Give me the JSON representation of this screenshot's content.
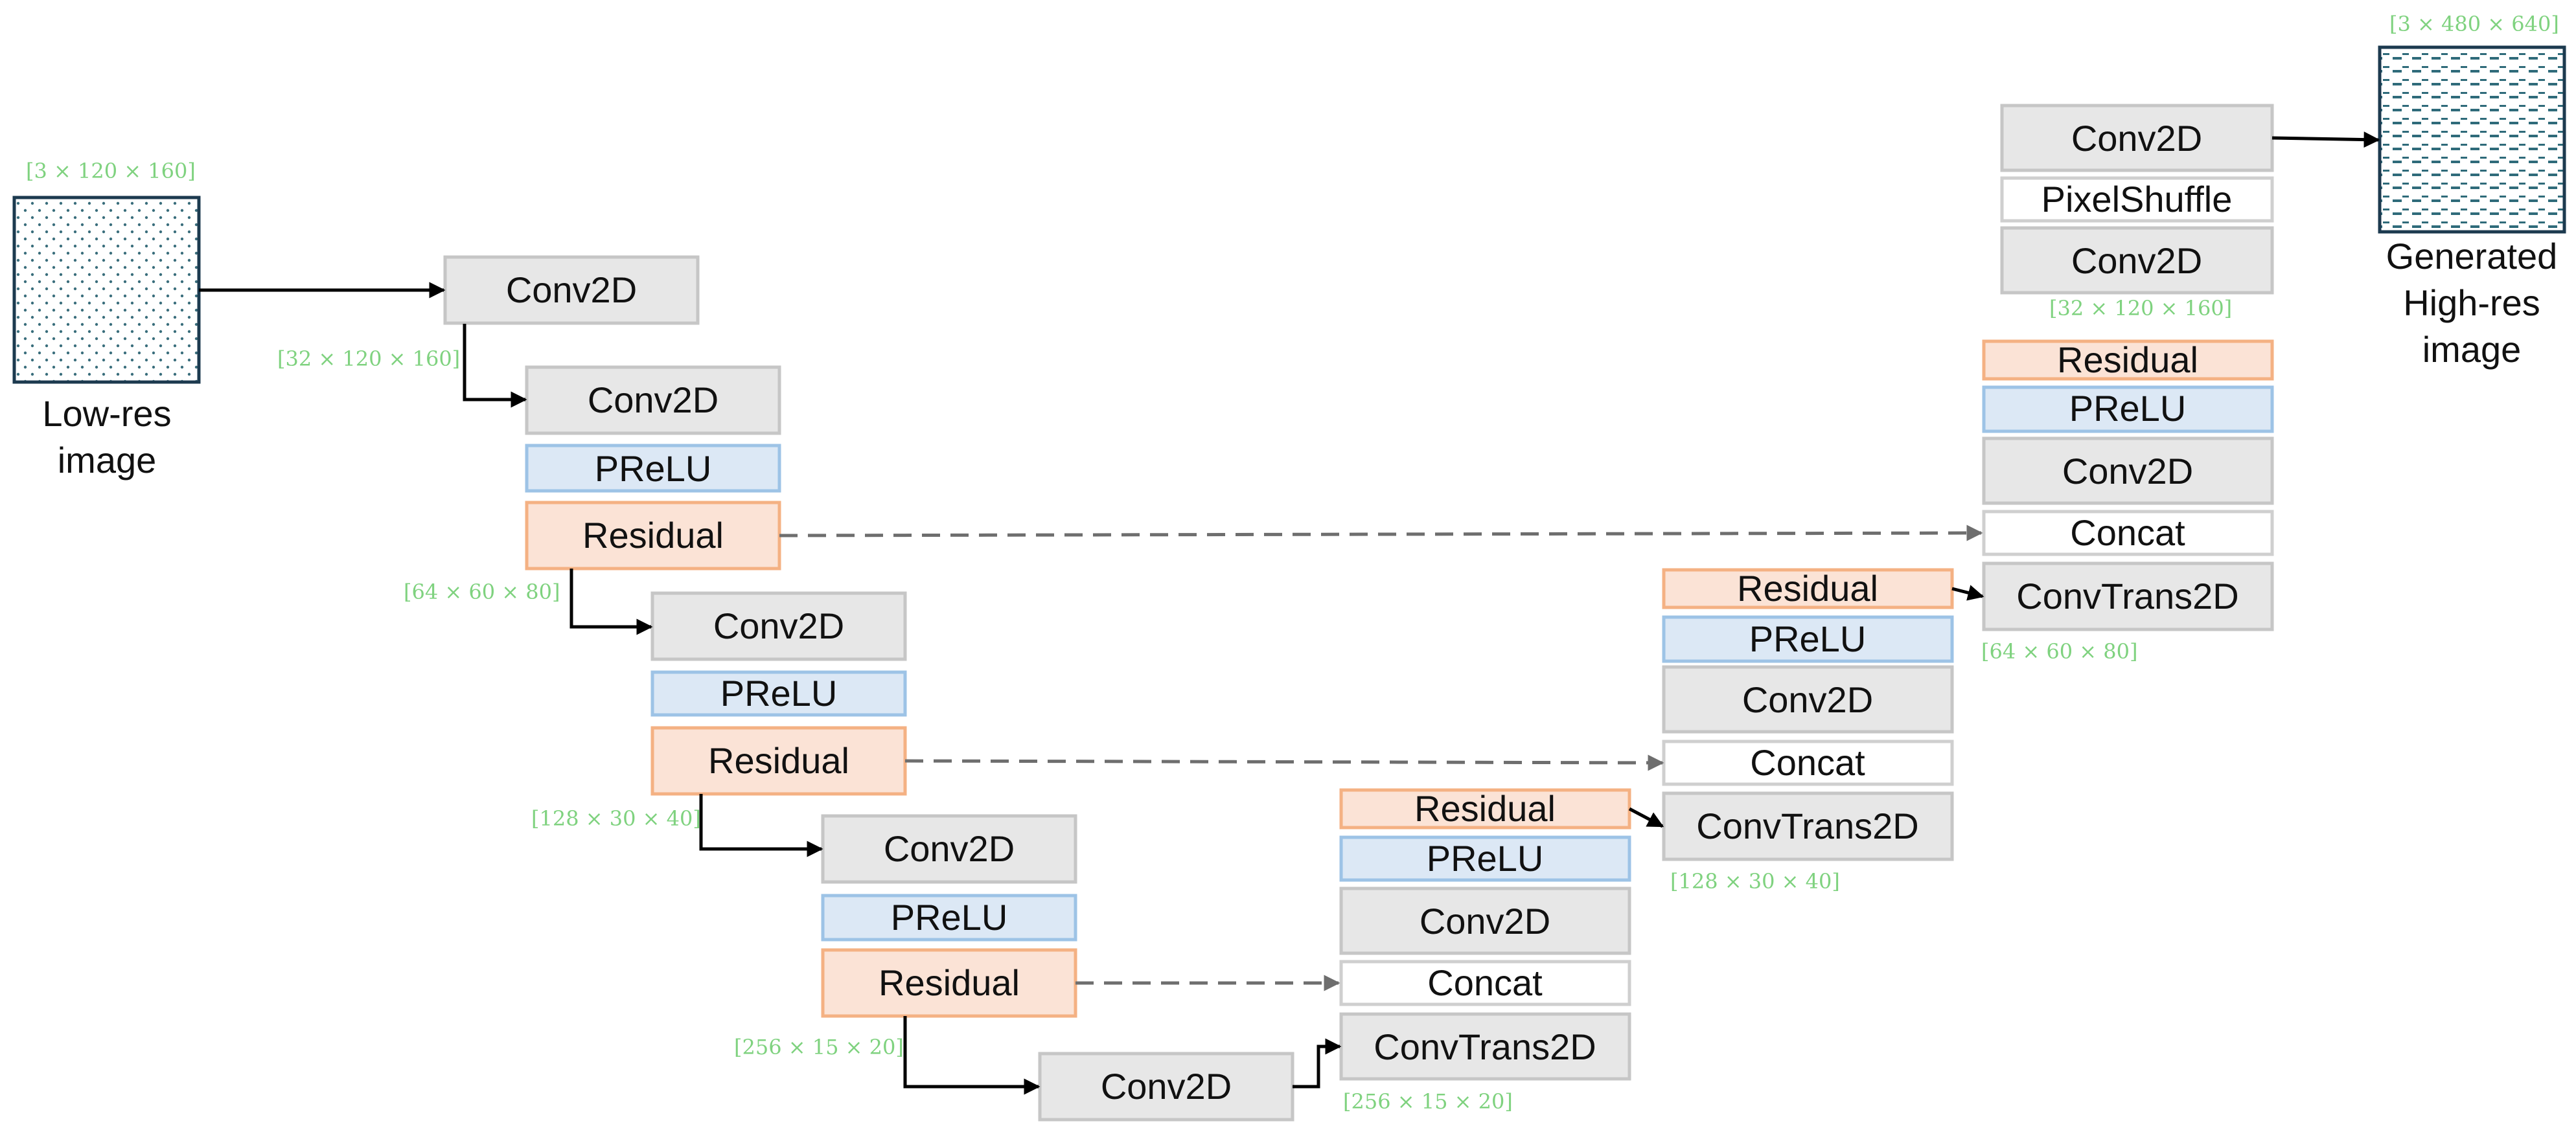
{
  "colors": {
    "conv_fill": "#e7e7e7",
    "conv_stroke": "#c6c6c6",
    "prelu_fill": "#dce8f5",
    "prelu_stroke": "#9dc3e6",
    "residual_fill": "#fbe3d6",
    "residual_stroke": "#f4b183",
    "plain_fill": "#ffffff",
    "plain_stroke": "#cfcfcf",
    "dim_text": "#7fd27f",
    "image_border": "#1c3a4f",
    "image_dots": "#3a6e7c",
    "arrow_solid": "#000000",
    "arrow_dashed": "#6e6e6e"
  },
  "input_image": {
    "label_line1": "Low-res",
    "label_line2": "image",
    "dims": "[3 × 120 × 160]"
  },
  "output_image": {
    "label_line1": "Generated",
    "label_line2": "High-res",
    "label_line3": "image",
    "dims": "[3 × 480 × 640]"
  },
  "encoder": {
    "stem": {
      "conv": "Conv2D",
      "dims": "[32 × 120 × 160]"
    },
    "block1": {
      "conv": "Conv2D",
      "prelu": "PReLU",
      "residual": "Residual",
      "dims": "[64 × 60 × 80]"
    },
    "block2": {
      "conv": "Conv2D",
      "prelu": "PReLU",
      "residual": "Residual",
      "dims": "[128 × 30 × 40]"
    },
    "block3": {
      "conv": "Conv2D",
      "prelu": "PReLU",
      "residual": "Residual",
      "dims": "[256 × 15 × 20]"
    },
    "bottleneck": {
      "conv": "Conv2D"
    }
  },
  "decoder": {
    "block1": {
      "convtrans": "ConvTrans2D",
      "concat": "Concat",
      "conv": "Conv2D",
      "prelu": "PReLU",
      "residual": "Residual",
      "dims": "[256 × 15 × 20]"
    },
    "block2": {
      "convtrans": "ConvTrans2D",
      "concat": "Concat",
      "conv": "Conv2D",
      "prelu": "PReLU",
      "residual": "Residual",
      "dims": "[128 × 30 × 40]"
    },
    "block3": {
      "convtrans": "ConvTrans2D",
      "concat": "Concat",
      "conv": "Conv2D",
      "prelu": "PReLU",
      "residual": "Residual",
      "dims": "[64 × 60 × 80]"
    },
    "head": {
      "conv1": "Conv2D",
      "pixelshuffle": "PixelShuffle",
      "conv2": "Conv2D",
      "dims": "[32 × 120 × 160]"
    }
  }
}
